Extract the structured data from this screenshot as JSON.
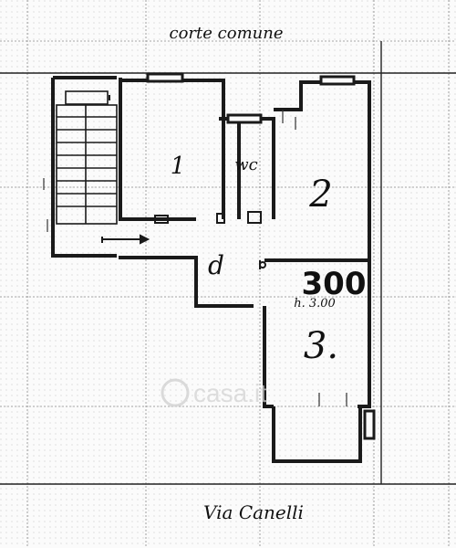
{
  "labels": {
    "courtyard": "corte comune",
    "street": "Via Canelli",
    "room1": "1",
    "bathroom": "wc",
    "room2": "2",
    "room3": "3.",
    "hall": "d",
    "dimension": "300",
    "height": "h. 3.00"
  },
  "watermark": "casa.it",
  "colors": {
    "ink": "#111111",
    "grid": "#9a9a9a",
    "wall": "#1a1a1a",
    "watermark": "#d4d4d4"
  }
}
